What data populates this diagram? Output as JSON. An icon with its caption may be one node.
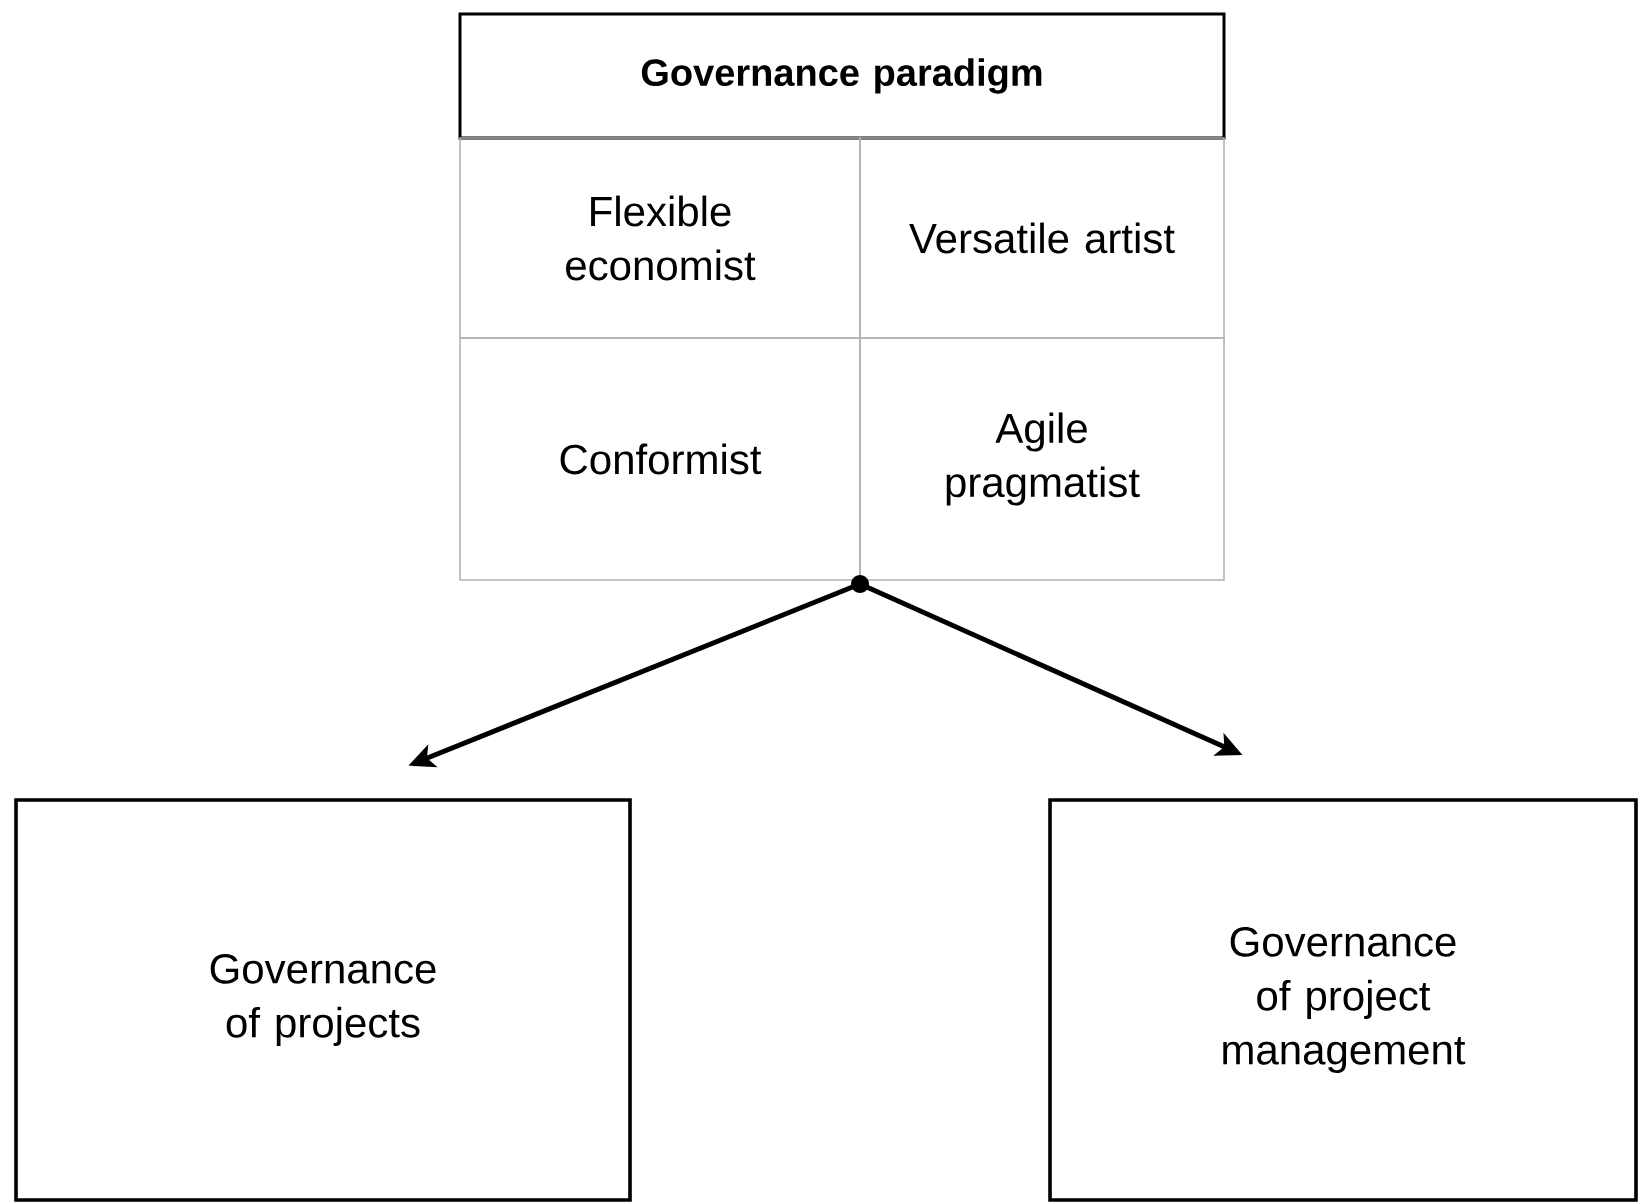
{
  "diagram": {
    "nodes": [
      {
        "text": [
          "Governance paradigm"
        ]
      },
      {
        "text": [
          "Flexible economist"
        ]
      },
      {
        "text": [
          "Versatile artist"
        ]
      },
      {
        "text": [
          "Conformist"
        ]
      },
      {
        "text": [
          "Agile pragmatist"
        ]
      },
      {
        "text": [],
        "shape": "circle"
      },
      {
        "text": [
          "Governance of projects"
        ]
      },
      {
        "text": [
          "Governance of project management"
        ]
      }
    ],
    "edges": [
      {
        "from": 5,
        "to": 6,
        "arrow": "to"
      },
      {
        "from": 5,
        "to": 7,
        "arrow": "to"
      }
    ]
  }
}
